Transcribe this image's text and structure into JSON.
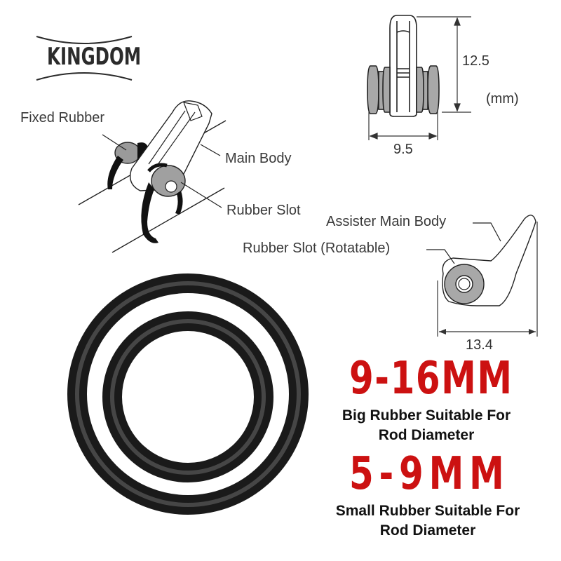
{
  "brand": {
    "logo_text": "KINGDOM"
  },
  "top_right_diagram": {
    "height_value": "12.5",
    "width_value": "9.5",
    "unit": "(mm)"
  },
  "left_diagram": {
    "labels": {
      "fixed_rubber": "Fixed Rubber",
      "main_body": "Main Body",
      "rubber_slot": "Rubber Slot"
    }
  },
  "assister_diagram": {
    "labels": {
      "assister_main_body": "Assister Main Body",
      "rubber_slot_rotatable": "Rubber Slot (Rotatable)"
    },
    "width_value": "13.4"
  },
  "specs": [
    {
      "range": "9-16MM",
      "description_line1": "Big Rubber Suitable For",
      "description_line2": "Rod Diameter"
    },
    {
      "range": "5-9MM",
      "description_line1": "Small Rubber Suitable For",
      "description_line2": "Rod Diameter"
    }
  ],
  "colors": {
    "accent_red": "#cc1111",
    "rubber_black": "#1a1a1a",
    "part_gray": "#a8a8a8",
    "line_color": "#333333"
  }
}
